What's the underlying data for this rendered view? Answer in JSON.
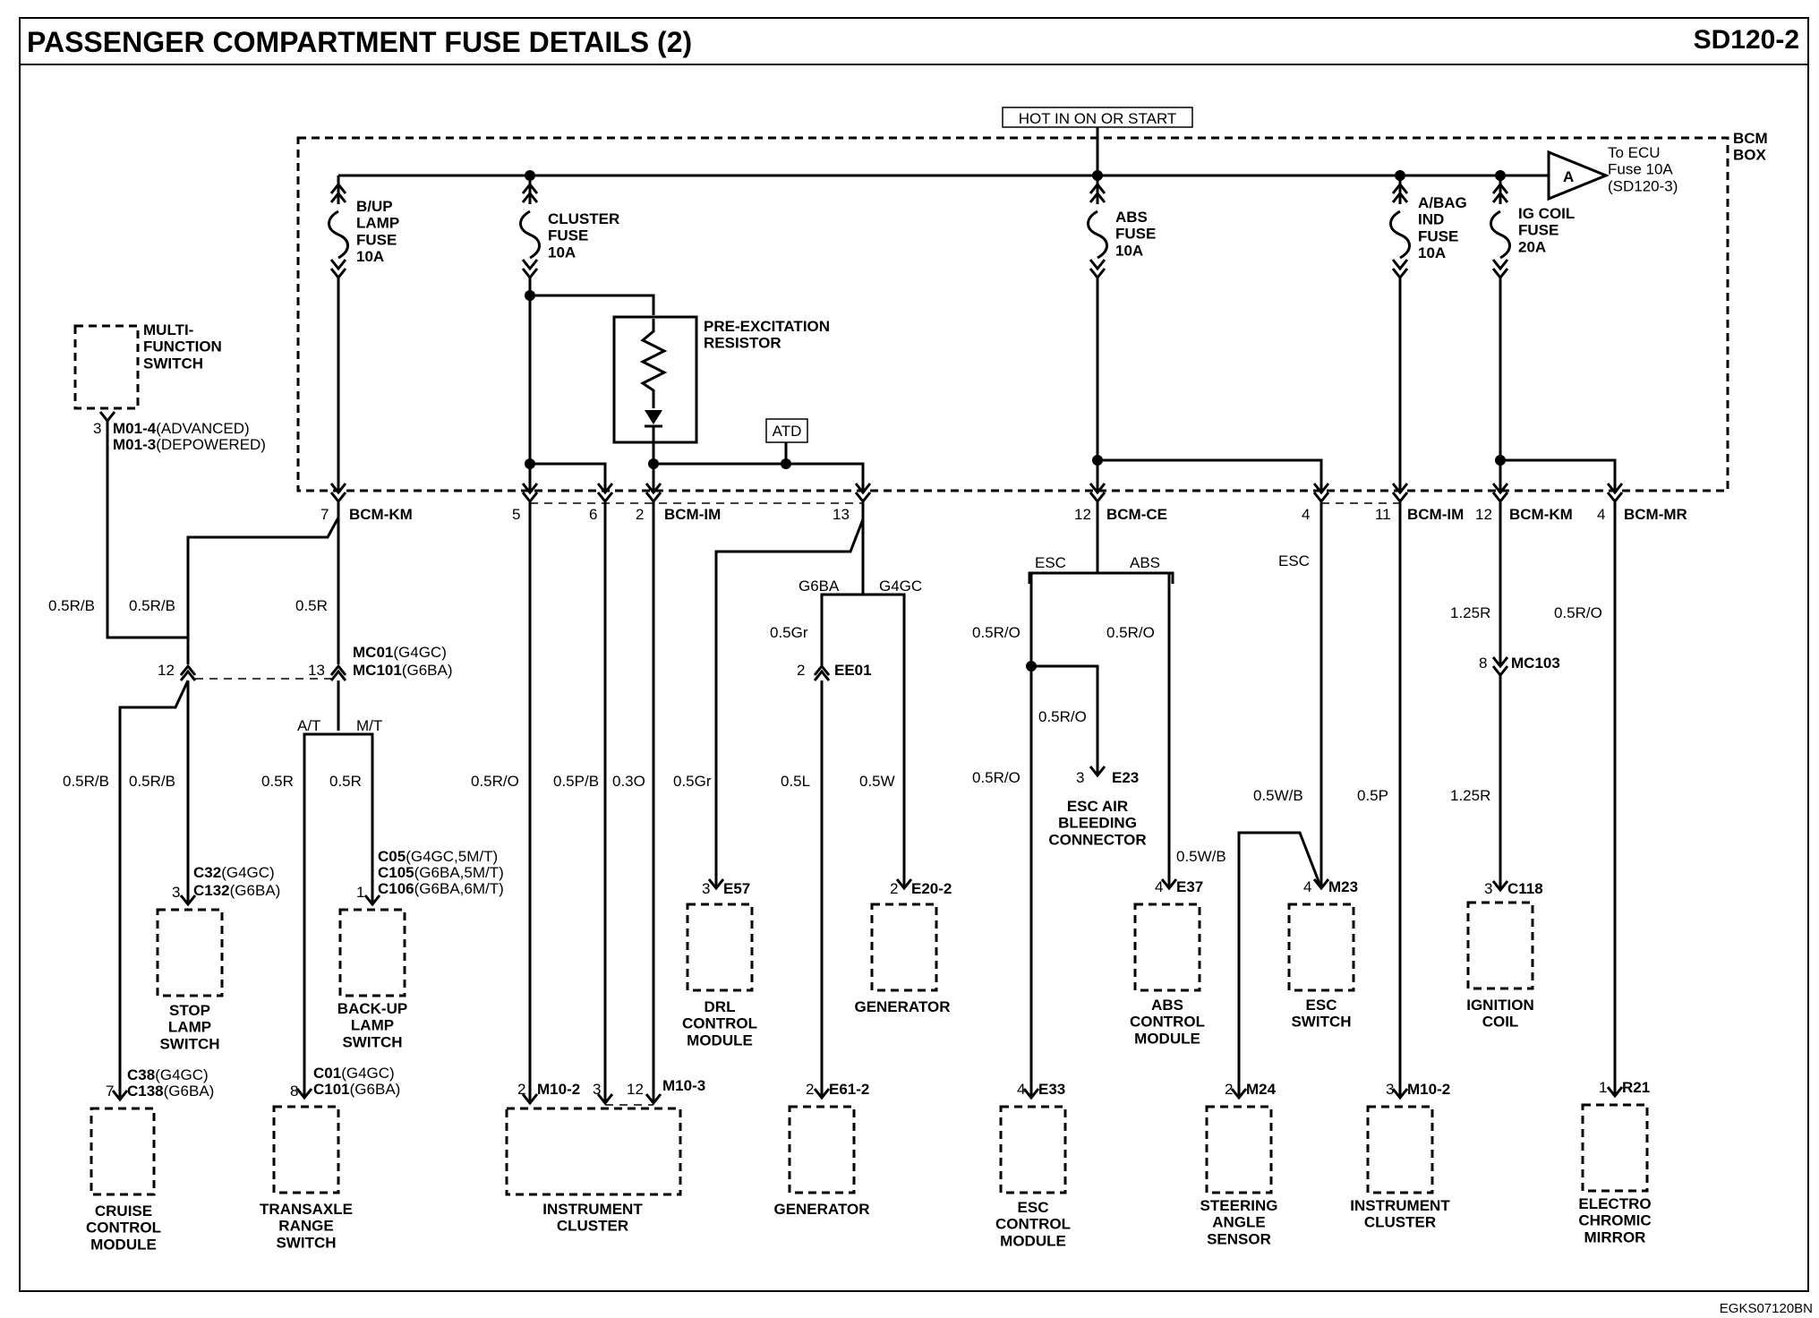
{
  "header": {
    "title": "PASSENGER COMPARTMENT FUSE DETAILS (2)",
    "page_code": "SD120-2"
  },
  "footer": {
    "code": "EGKS07120BN"
  },
  "supply": {
    "hot_label": "HOT IN ON OR START",
    "bcm_box": "BCM\nBOX",
    "offpage_letter": "A",
    "offpage_note": "To ECU\nFuse 10A\n(SD120-3)"
  },
  "fuses": {
    "bup": "B/UP\nLAMP\nFUSE\n10A",
    "cluster": "CLUSTER\nFUSE\n10A",
    "abs": "ABS\nFUSE\n10A",
    "abag": "A/BAG\nIND\nFUSE\n10A",
    "igcoil": "IG COIL\nFUSE\n20A"
  },
  "parts": {
    "preexc": "PRE-EXCITATION\nRESISTOR",
    "atd": "ATD",
    "multi": "MULTI-\nFUNCTION\nSWITCH",
    "esc_air": "ESC AIR\nBLEEDING\nCONNECTOR"
  },
  "bcm_pins": {
    "p7": "7",
    "km": "BCM-KM",
    "p5": "5",
    "p6": "6",
    "p2": "2",
    "im": "BCM-IM",
    "p13": "13",
    "p12a": "12",
    "ce": "BCM-CE",
    "p4a": "4",
    "p11": "11",
    "im2": "BCM-IM",
    "p12b": "12",
    "km2": "BCM-KM",
    "p4b": "4",
    "mr": "BCM-MR"
  },
  "connectors": {
    "m01_pin": "3",
    "m01a": "M01-4",
    "m01a_note": "(ADVANCED)",
    "m01b": "M01-3",
    "m01b_note": "(DEPOWERED)",
    "mc_p12": "12",
    "mc_p13": "13",
    "mc01": "MC01",
    "mc01_note": "(G4GC)",
    "mc101": "MC101",
    "mc101_note": "(G6BA)",
    "at": "A/T",
    "mt": "M/T",
    "c32_pin": "3",
    "c32": "C32",
    "c32_note": "(G4GC)",
    "c132": "C132",
    "c132_note": "(G6BA)",
    "c05_pin": "1",
    "c05": "C05",
    "c05_note": "(G4GC,5M/T)",
    "c105": "C105",
    "c105_note": "(G6BA,5M/T)",
    "c106": "C106",
    "c106_note": "(G6BA,6M/T)",
    "c38_pin": "7",
    "c38": "C38",
    "c38_note": "(G4GC)",
    "c138": "C138",
    "c138_note": "(G6BA)",
    "c01_pin": "8",
    "c01": "C01",
    "c01_note": "(G4GC)",
    "c101": "C101",
    "c101_note": "(G6BA)",
    "m102_pin": "2",
    "m102": "M10-2",
    "p3": "3",
    "p12": "12",
    "m103": "M10-3",
    "g6ba": "G6BA",
    "g4gc": "G4GC",
    "ee01_pin": "2",
    "ee01": "EE01",
    "e57_pin": "3",
    "e57": "E57",
    "e202_pin": "2",
    "e202": "E20-2",
    "e612_pin": "2",
    "e612": "E61-2",
    "esc1": "ESC",
    "abs1": "ABS",
    "esc2": "ESC",
    "e23_pin": "3",
    "e23": "E23",
    "e37_pin": "4",
    "e37": "E37",
    "m23_pin": "4",
    "m23": "M23",
    "e33_pin": "4",
    "e33": "E33",
    "m24_pin": "2",
    "m24": "M24",
    "mc103_pin": "8",
    "mc103": "MC103",
    "c118_pin": "3",
    "c118": "C118",
    "m102b_pin": "3",
    "m102b": "M10-2",
    "r21_pin": "1",
    "r21": "R21"
  },
  "wires": {
    "w1": "0.5R/B",
    "w2": "0.5R/B",
    "w3": "0.5R",
    "w4": "0.5R/B",
    "w5": "0.5R/B",
    "w6": "0.5R",
    "w7": "0.5R",
    "w8": "0.5R/O",
    "w9": "0.5P/B",
    "w10": "0.3O",
    "w11": "0.5Gr",
    "w12": "0.5Gr",
    "w13": "0.5L",
    "w14": "0.5W",
    "w15": "0.5R/O",
    "w16": "0.5R/O",
    "w17": "0.5R/O",
    "w18": "0.5R/O",
    "w19": "0.5W/B",
    "w20": "0.5W/B",
    "w21": "0.5P",
    "w22": "1.25R",
    "w23": "1.25R",
    "w24": "0.5R/O"
  },
  "components": {
    "stop": "STOP\nLAMP\nSWITCH",
    "backup": "BACK-UP\nLAMP\nSWITCH",
    "cruise": "CRUISE\nCONTROL\nMODULE",
    "transaxle": "TRANSAXLE\nRANGE\nSWITCH",
    "cluster": "INSTRUMENT\nCLUSTER",
    "drl": "DRL\nCONTROL\nMODULE",
    "gen1": "GENERATOR",
    "gen2": "GENERATOR",
    "abs_mod": "ABS\nCONTROL\nMODULE",
    "esc_sw": "ESC\nSWITCH",
    "esc_mod": "ESC\nCONTROL\nMODULE",
    "steering": "STEERING\nANGLE\nSENSOR",
    "cluster2": "INSTRUMENT\nCLUSTER",
    "ign": "IGNITION\nCOIL",
    "mirror": "ELECTRO\nCHROMIC\nMIRROR"
  }
}
